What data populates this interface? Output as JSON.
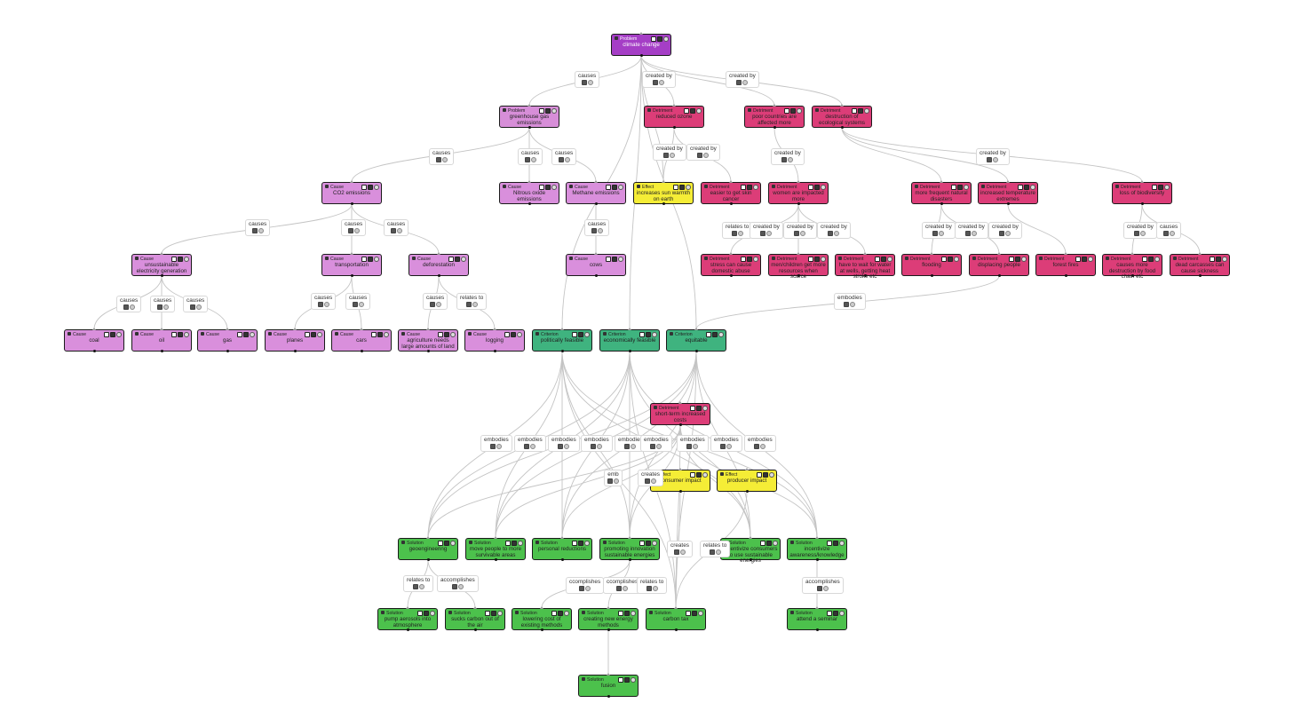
{
  "diagram": {
    "nodes": [
      {
        "id": "climate",
        "type": "Problem",
        "label": "climate change",
        "kind": "k-problem"
      },
      {
        "id": "ghg",
        "type": "Problem",
        "label": "greenhouse gas emissions",
        "kind": "k-problem2"
      },
      {
        "id": "co2",
        "type": "Cause",
        "label": "CO2 emissions",
        "kind": "k-cause"
      },
      {
        "id": "nitrous",
        "type": "Cause",
        "label": "Nitrous oxide emissions",
        "kind": "k-cause"
      },
      {
        "id": "methane",
        "type": "Cause",
        "label": "Methane emissions",
        "kind": "k-cause"
      },
      {
        "id": "unsustainable",
        "type": "Cause",
        "label": "unsustainable electricity generation",
        "kind": "k-cause"
      },
      {
        "id": "transportation",
        "type": "Cause",
        "label": "transportation",
        "kind": "k-cause"
      },
      {
        "id": "deforestation",
        "type": "Cause",
        "label": "deforestation",
        "kind": "k-cause"
      },
      {
        "id": "cows",
        "type": "Cause",
        "label": "cows",
        "kind": "k-cause"
      },
      {
        "id": "coal",
        "type": "Cause",
        "label": "coal",
        "kind": "k-cause"
      },
      {
        "id": "oil",
        "type": "Cause",
        "label": "oil",
        "kind": "k-cause"
      },
      {
        "id": "gas",
        "type": "Cause",
        "label": "gas",
        "kind": "k-cause"
      },
      {
        "id": "planes",
        "type": "Cause",
        "label": "planes",
        "kind": "k-cause"
      },
      {
        "id": "cars",
        "type": "Cause",
        "label": "cars",
        "kind": "k-cause"
      },
      {
        "id": "agri",
        "type": "Cause",
        "label": "agriculture needs large amounts of land",
        "kind": "k-cause"
      },
      {
        "id": "logging",
        "type": "Cause",
        "label": "logging",
        "kind": "k-cause"
      },
      {
        "id": "ozone",
        "type": "Detriment",
        "label": "reduced ozone",
        "kind": "k-detriment"
      },
      {
        "id": "poorcountries",
        "type": "Detriment",
        "label": "poor countries are affected more",
        "kind": "k-detriment"
      },
      {
        "id": "ecosystems",
        "type": "Detriment",
        "label": "destruction of ecological systems",
        "kind": "k-detriment"
      },
      {
        "id": "sunwarmth",
        "type": "Effect",
        "label": "increases sun warmth on earth",
        "kind": "k-effect"
      },
      {
        "id": "skincancer",
        "type": "Detriment",
        "label": "easier to get skin cancer",
        "kind": "k-detriment"
      },
      {
        "id": "women",
        "type": "Detriment",
        "label": "women are impacted more",
        "kind": "k-detriment"
      },
      {
        "id": "disasters",
        "type": "Detriment",
        "label": "more frequent natural disasters",
        "kind": "k-detriment"
      },
      {
        "id": "tempext",
        "type": "Detriment",
        "label": "increased temperature extremes",
        "kind": "k-detriment"
      },
      {
        "id": "biodiv",
        "type": "Detriment",
        "label": "loss of biodiversity",
        "kind": "k-detriment"
      },
      {
        "id": "stress",
        "type": "Detriment",
        "label": "stress can cause domestic abuse",
        "kind": "k-detriment"
      },
      {
        "id": "menchildren",
        "type": "Detriment",
        "label": "men/children get more resources when scarce",
        "kind": "k-detriment"
      },
      {
        "id": "waitwater",
        "type": "Detriment",
        "label": "have to wait for water at wells, getting heat stroke etc",
        "kind": "k-detriment"
      },
      {
        "id": "flooding",
        "type": "Detriment",
        "label": "flooding",
        "kind": "k-detriment"
      },
      {
        "id": "displacing",
        "type": "Detriment",
        "label": "displacing people",
        "kind": "k-detriment"
      },
      {
        "id": "forestfires",
        "type": "Detriment",
        "label": "forest fires",
        "kind": "k-detriment"
      },
      {
        "id": "foodchain",
        "type": "Detriment",
        "label": "causes more destruction by food chain etc",
        "kind": "k-detriment"
      },
      {
        "id": "carcasses",
        "type": "Detriment",
        "label": "dead carcasses can cause sickness",
        "kind": "k-detriment"
      },
      {
        "id": "polfeas",
        "type": "Criterion",
        "label": "politically feasible",
        "kind": "k-criterion"
      },
      {
        "id": "econfeas",
        "type": "Criterion",
        "label": "economically feasible",
        "kind": "k-criterion"
      },
      {
        "id": "equitable",
        "type": "Criterion",
        "label": "equitable",
        "kind": "k-criterion"
      },
      {
        "id": "shortterm",
        "type": "Detriment",
        "label": "short-term increased costs",
        "kind": "k-detriment"
      },
      {
        "id": "consumer",
        "type": "Effect",
        "label": "consumer impact",
        "kind": "k-effect"
      },
      {
        "id": "producer",
        "type": "Effect",
        "label": "producer impact",
        "kind": "k-effect"
      },
      {
        "id": "geoeng",
        "type": "Solution",
        "label": "geoengineering",
        "kind": "k-solution"
      },
      {
        "id": "movepeople",
        "type": "Solution",
        "label": "move people to more survivable areas",
        "kind": "k-solution"
      },
      {
        "id": "personal",
        "type": "Solution",
        "label": "personal reductions",
        "kind": "k-solution"
      },
      {
        "id": "innovation",
        "type": "Solution",
        "label": "promoting innovation sustainable energies",
        "kind": "k-solution"
      },
      {
        "id": "incentcons",
        "type": "Solution",
        "label": "incentivize consumers to use sustainable energies",
        "kind": "k-solution"
      },
      {
        "id": "incentaware",
        "type": "Solution",
        "label": "incentivize awareness/knowledge",
        "kind": "k-solution"
      },
      {
        "id": "aerosols",
        "type": "Solution",
        "label": "pump aerosols into atmosphere",
        "kind": "k-solution"
      },
      {
        "id": "suckcarbon",
        "type": "Solution",
        "label": "sucks carbon out of the air",
        "kind": "k-solution"
      },
      {
        "id": "lowercost",
        "type": "Solution",
        "label": "lowering cost of existing methods",
        "kind": "k-solution"
      },
      {
        "id": "newenergy",
        "type": "Solution",
        "label": "creating new energy methods",
        "kind": "k-solution"
      },
      {
        "id": "carbontax",
        "type": "Solution",
        "label": "carbon tax",
        "kind": "k-solution"
      },
      {
        "id": "seminar",
        "type": "Solution",
        "label": "attend a seminar",
        "kind": "k-solution"
      },
      {
        "id": "fusion",
        "type": "Solution",
        "label": "fusion",
        "kind": "k-solution"
      }
    ],
    "edges": [
      {
        "from": "ghg",
        "to": "climate",
        "label": "causes"
      },
      {
        "from": "ozone",
        "to": "climate",
        "label": "created by"
      },
      {
        "from": "poorcountries",
        "to": "climate",
        "label": "created by"
      },
      {
        "from": "ecosystems",
        "to": "climate",
        "label": "created by"
      },
      {
        "from": "co2",
        "to": "ghg",
        "label": "causes"
      },
      {
        "from": "nitrous",
        "to": "ghg",
        "label": "causes"
      },
      {
        "from": "methane",
        "to": "ghg",
        "label": "causes"
      },
      {
        "from": "sunwarmth",
        "to": "ozone",
        "label": "created by"
      },
      {
        "from": "skincancer",
        "to": "ozone",
        "label": "created by"
      },
      {
        "from": "women",
        "to": "poorcountries",
        "label": "created by"
      },
      {
        "from": "disasters",
        "to": "ecosystems",
        "label": "created by"
      },
      {
        "from": "tempext",
        "to": "ecosystems",
        "label": "created by"
      },
      {
        "from": "biodiv",
        "to": "ecosystems",
        "label": "created by"
      },
      {
        "from": "unsustainable",
        "to": "co2",
        "label": "causes"
      },
      {
        "from": "transportation",
        "to": "co2",
        "label": "causes"
      },
      {
        "from": "deforestation",
        "to": "co2",
        "label": "causes"
      },
      {
        "from": "cows",
        "to": "methane",
        "label": "causes"
      },
      {
        "from": "stress",
        "to": "women",
        "label": "relates to"
      },
      {
        "from": "menchildren",
        "to": "women",
        "label": "created by"
      },
      {
        "from": "waitwater",
        "to": "women",
        "label": "created by"
      },
      {
        "from": "flooding",
        "to": "disasters",
        "label": "created by"
      },
      {
        "from": "displacing",
        "to": "disasters",
        "label": "created by"
      },
      {
        "from": "forestfires",
        "to": "tempext",
        "label": "created by"
      },
      {
        "from": "foodchain",
        "to": "biodiv",
        "label": "created by"
      },
      {
        "from": "carcasses",
        "to": "biodiv",
        "label": "created by"
      },
      {
        "from": "coal",
        "to": "unsustainable",
        "label": "causes"
      },
      {
        "from": "oil",
        "to": "unsustainable",
        "label": "causes"
      },
      {
        "from": "gas",
        "to": "unsustainable",
        "label": "causes"
      },
      {
        "from": "planes",
        "to": "transportation",
        "label": "causes"
      },
      {
        "from": "cars",
        "to": "transportation",
        "label": "causes"
      },
      {
        "from": "agri",
        "to": "deforestation",
        "label": "causes"
      },
      {
        "from": "logging",
        "to": "deforestation",
        "label": "causes"
      },
      {
        "from": "equitable",
        "to": "displacing",
        "label": "relates to"
      },
      {
        "from": "aerosols",
        "to": "geoeng",
        "label": "relates to"
      },
      {
        "from": "suckcarbon",
        "to": "geoeng",
        "label": "relates to"
      },
      {
        "from": "lowercost",
        "to": "innovation",
        "label": "accomplishes"
      },
      {
        "from": "newenergy",
        "to": "innovation",
        "label": "accomplishes"
      },
      {
        "from": "fusion",
        "to": "newenergy",
        "label": "accomplishes"
      },
      {
        "from": "seminar",
        "to": "incentaware",
        "label": "relates to"
      },
      {
        "from": "carbontax",
        "to": "consumer",
        "label": "creates"
      },
      {
        "from": "carbontax",
        "to": "producer",
        "label": "creates"
      }
    ],
    "edge_labels": [
      {
        "text": "causes"
      },
      {
        "text": "created by"
      },
      {
        "text": "created by"
      },
      {
        "text": "causes"
      },
      {
        "text": "causes"
      },
      {
        "text": "causes"
      },
      {
        "text": "created by"
      },
      {
        "text": "created by"
      },
      {
        "text": "created by"
      },
      {
        "text": "created by"
      },
      {
        "text": "causes"
      },
      {
        "text": "causes"
      },
      {
        "text": "causes"
      },
      {
        "text": "causes"
      },
      {
        "text": "relates to"
      },
      {
        "text": "created by"
      },
      {
        "text": "created by"
      },
      {
        "text": "created by"
      },
      {
        "text": "created by"
      },
      {
        "text": "created by"
      },
      {
        "text": "created by"
      },
      {
        "text": "created by"
      },
      {
        "text": "causes"
      },
      {
        "text": "causes"
      },
      {
        "text": "causes"
      },
      {
        "text": "causes"
      },
      {
        "text": "causes"
      },
      {
        "text": "causes"
      },
      {
        "text": "causes"
      },
      {
        "text": "relates to"
      },
      {
        "text": "embodies"
      },
      {
        "text": "embodies"
      },
      {
        "text": "embodies"
      },
      {
        "text": "embodies"
      },
      {
        "text": "embodies"
      },
      {
        "text": "embodies"
      },
      {
        "text": "embodies"
      },
      {
        "text": "embodies"
      },
      {
        "text": "embodies"
      },
      {
        "text": "embodies"
      },
      {
        "text": "emb"
      },
      {
        "text": "creates"
      },
      {
        "text": "creates"
      },
      {
        "text": "relates to"
      },
      {
        "text": "relates to"
      },
      {
        "text": "accomplishes"
      },
      {
        "text": "ccomplishes"
      },
      {
        "text": "ccomplishes"
      },
      {
        "text": "relates to"
      },
      {
        "text": "accomplishes"
      }
    ]
  }
}
